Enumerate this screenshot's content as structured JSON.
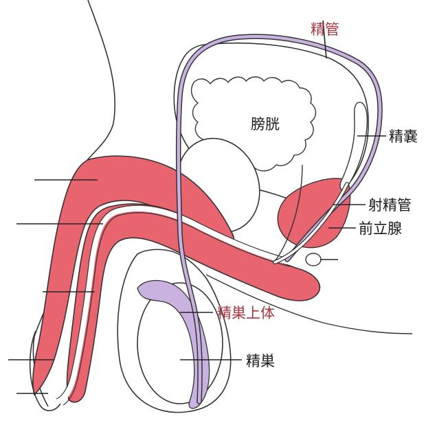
{
  "diagram": {
    "colors": {
      "tissue_red": "#e8646e",
      "epididymis_lavender": "#c9b2e0",
      "vas_deferens": "#c9b2e0",
      "outline": "#333333",
      "label_dark": "#1a1a1a",
      "label_accent": "#a8343f"
    },
    "labels": {
      "vas_deferens": "精管",
      "bladder": "膀胱",
      "seminal_vesicle": "精嚢",
      "ejaculatory_duct": "射精管",
      "prostate": "前立腺",
      "epididymis": "精巣上体",
      "testis": "精巣"
    }
  }
}
